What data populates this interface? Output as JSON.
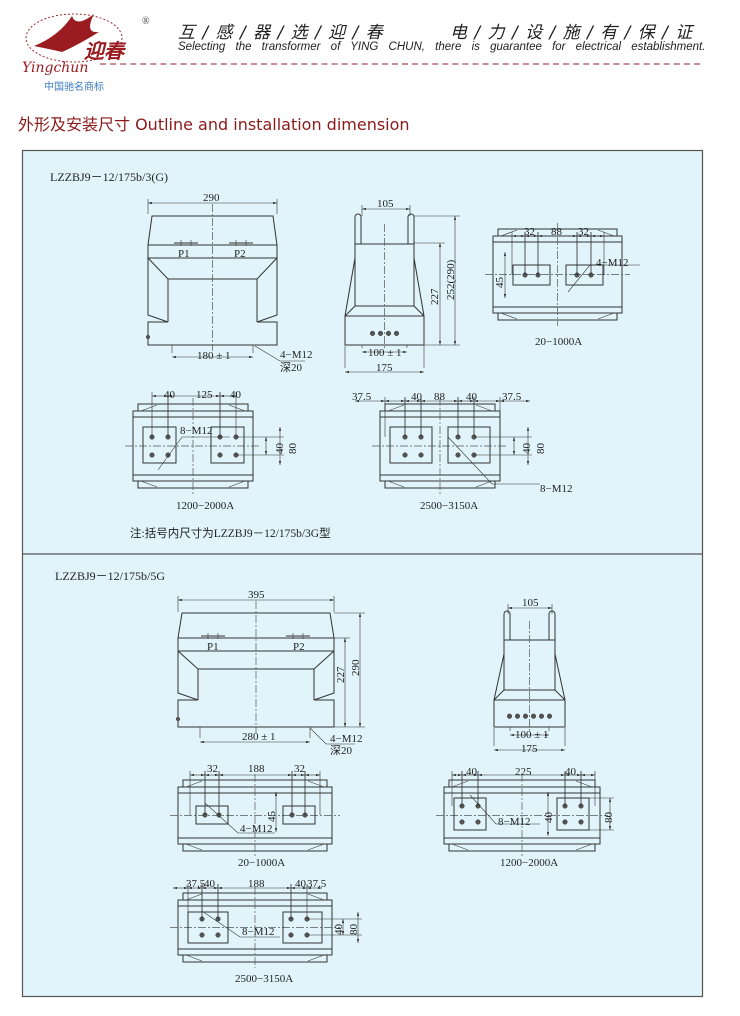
{
  "header": {
    "logo_text": "迎春",
    "logo_script": "Yingchun",
    "registered_mark": "®",
    "slogan_cn_1": "互 / 感 / 器 / 选 / 迎 / 春",
    "slogan_cn_2": "电 / 力 / 设 / 施 / 有 / 保 / 证",
    "slogan_en": "Selecting the transformer of YING CHUN, there is guarantee for electrical establishment.",
    "trademark": "中国驰名商标",
    "accent_color": "#8b1a1a"
  },
  "title": "外形及安装尺寸 Outline and installation dimension",
  "section1": {
    "model": "LZZBJ9－12/175b/3(G)",
    "front": {
      "width": "290",
      "p1": "P1",
      "p2": "P2",
      "base": "180 ± 1",
      "thread": "4−M12",
      "depth": "深20"
    },
    "side": {
      "post_spacing": "105",
      "height1": "227",
      "height2": "252(290)",
      "bolt_spacing": "100 ± 1",
      "width": "175"
    },
    "view_a": {
      "d1": "32",
      "d2": "88",
      "d3": "32",
      "v1": "45",
      "thread": "4−M12",
      "label": "20−1000A"
    },
    "view_b": {
      "d1": "40",
      "d2": "125",
      "d3": "40",
      "v1": "40",
      "v2": "80",
      "thread": "8−M12",
      "label": "1200−2000A"
    },
    "view_c": {
      "d1": "37.5",
      "d2": "40",
      "d3": "88",
      "d4": "40",
      "d5": "37.5",
      "v1": "40",
      "v2": "80",
      "thread": "8−M12",
      "label": "2500−3150A"
    },
    "note": "注:括号内尺寸为LZZBJ9－12/175b/3G型"
  },
  "section2": {
    "model": "LZZBJ9－12/175b/5G",
    "front": {
      "width": "395",
      "p1": "P1",
      "p2": "P2",
      "base": "280 ± 1",
      "thread": "4−M12",
      "depth": "深20",
      "height1": "227",
      "height2": "290"
    },
    "side": {
      "post_spacing": "105",
      "bolt_spacing": "100 ± 1",
      "width": "175"
    },
    "view_a": {
      "d1": "32",
      "d2": "188",
      "d3": "32",
      "v1": "45",
      "thread": "4−M12",
      "label": "20−1000A"
    },
    "view_b": {
      "d1": "40",
      "d2": "225",
      "d3": "40",
      "v1": "40",
      "v2": "80",
      "thread": "8−M12",
      "label": "1200−2000A"
    },
    "view_c": {
      "d1": "37.5",
      "d2": "40",
      "d3": "188",
      "d4": "40",
      "d5": "37.5",
      "v1": "40",
      "v2": "80",
      "thread": "8−M12",
      "label": "2500−3150A"
    }
  }
}
